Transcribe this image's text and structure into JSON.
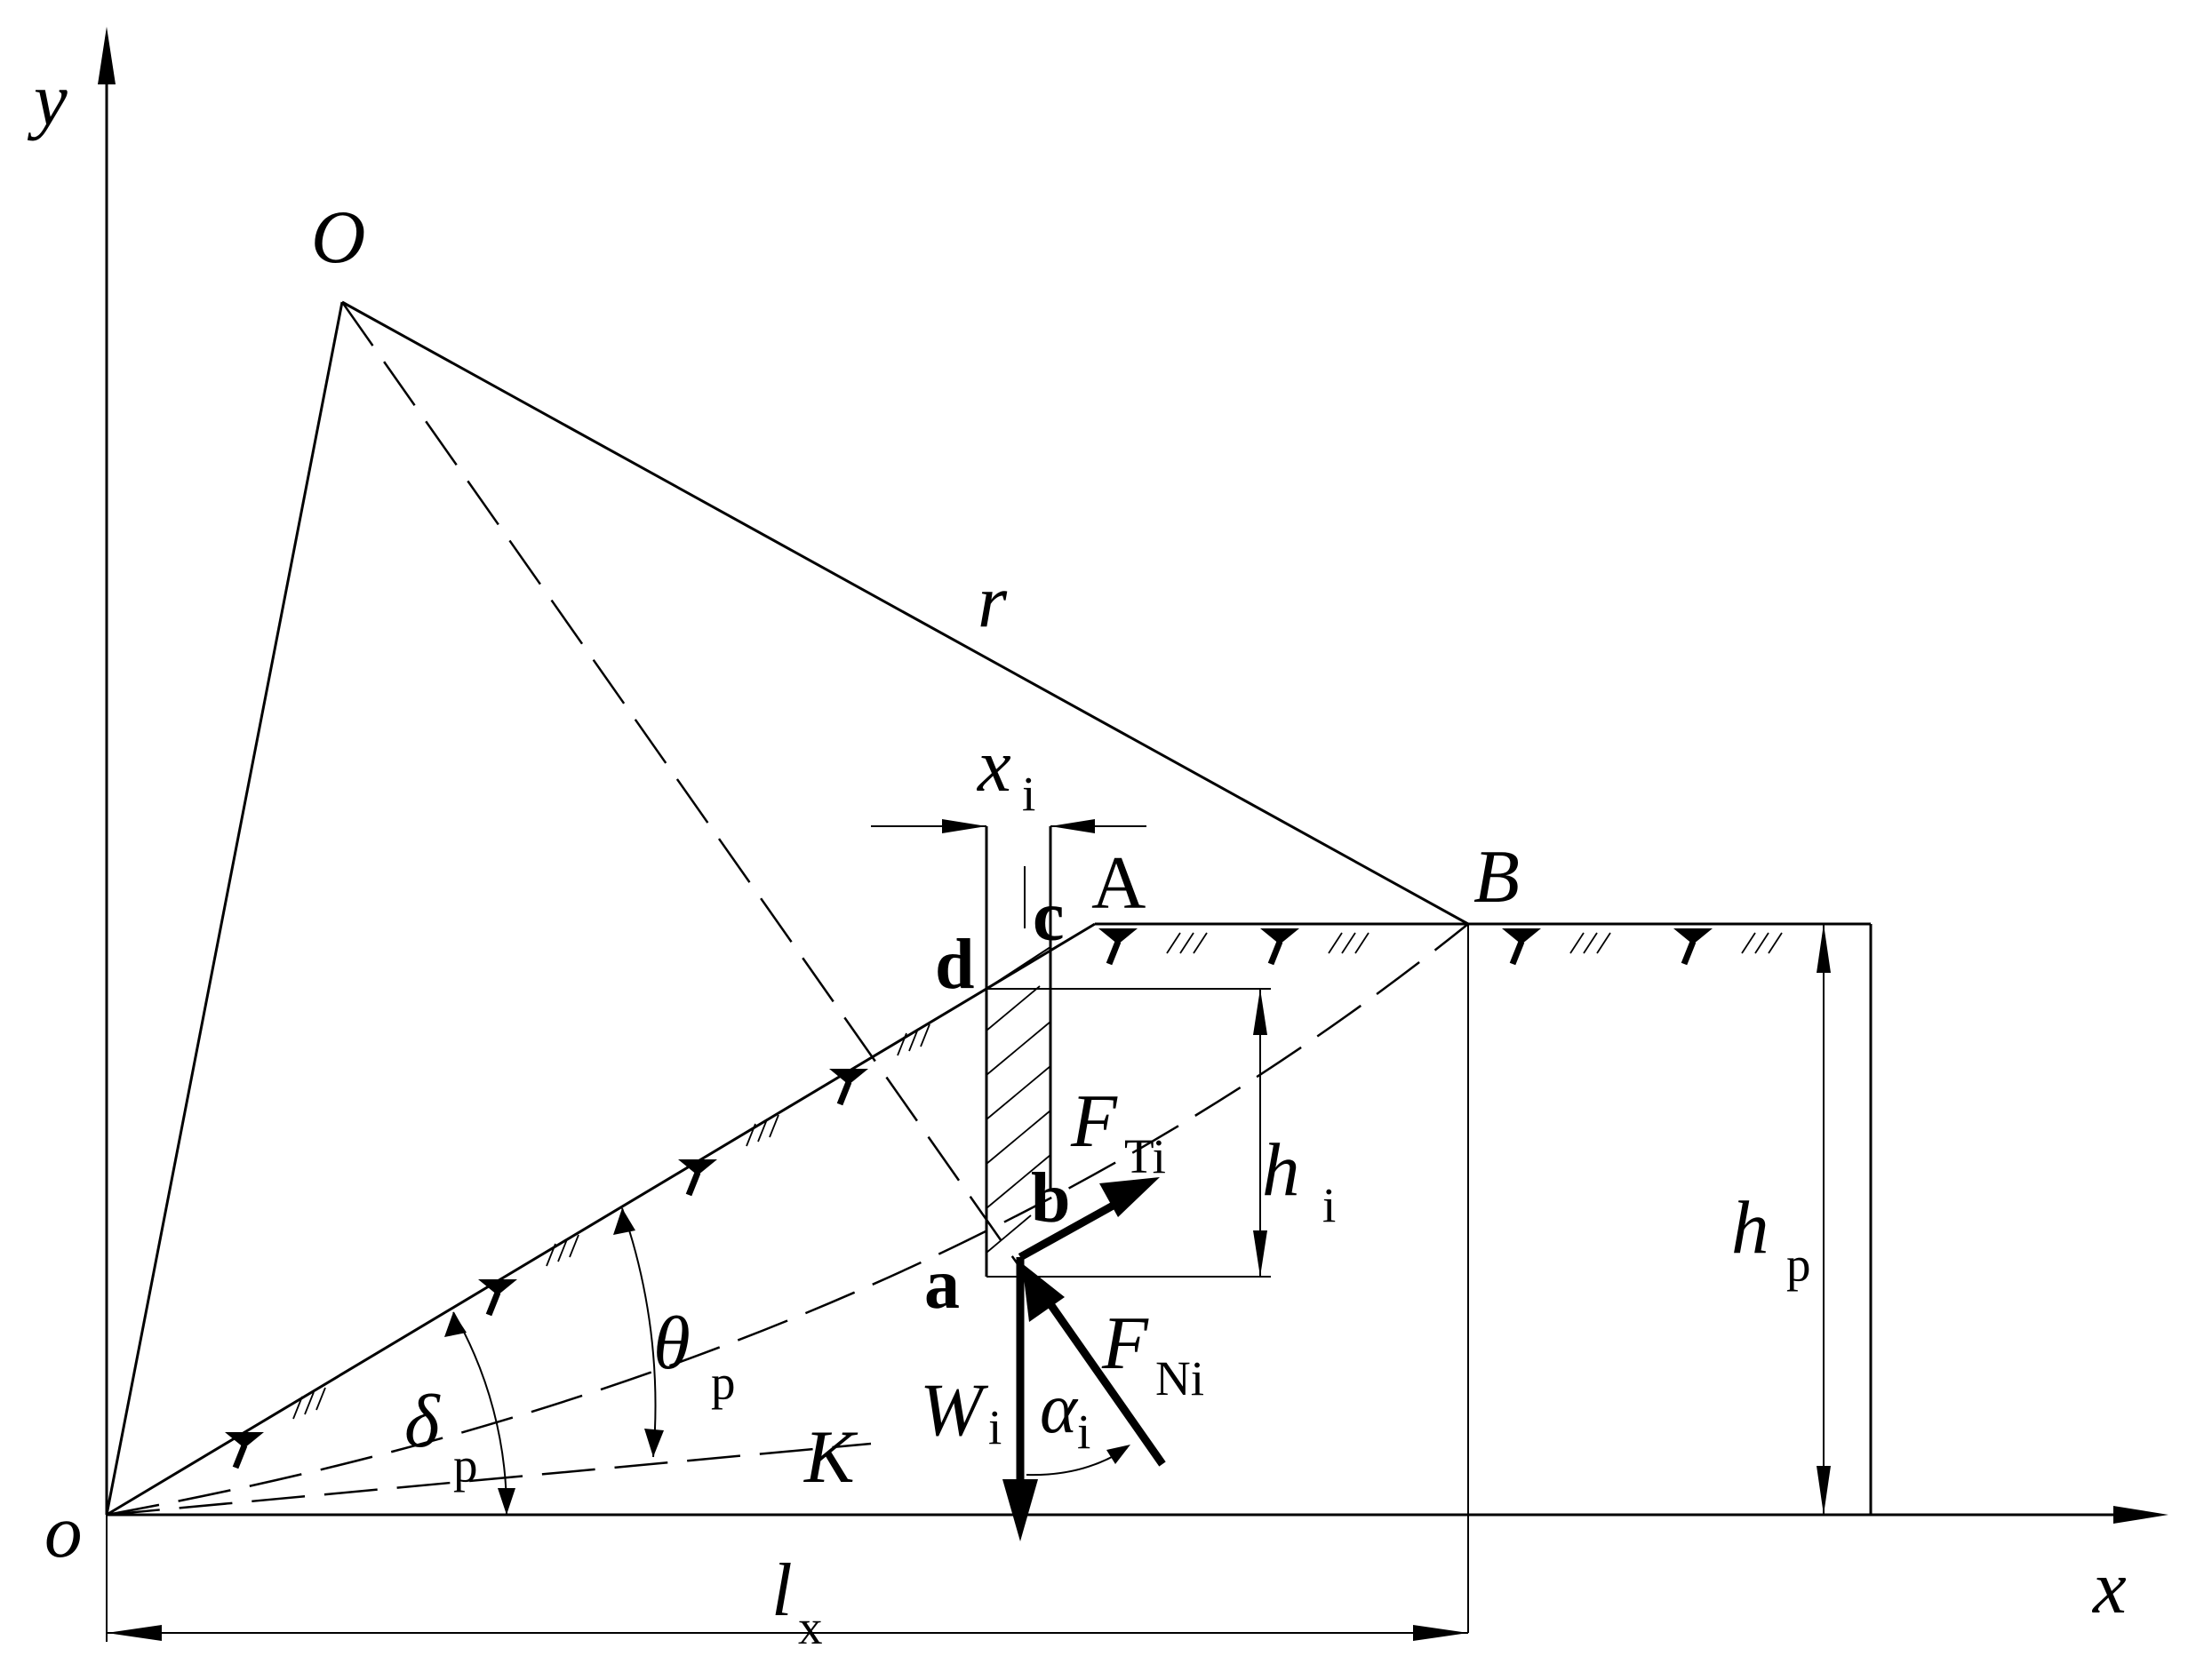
{
  "labels": {
    "y_axis": "y",
    "x_axis": "x",
    "origin": "o",
    "center": "O",
    "radius": "r",
    "point_A": "A",
    "point_B": "B",
    "point_a": "a",
    "point_b": "b",
    "point_c": "c",
    "point_d": "d",
    "slice_width": "x",
    "slice_width_sub": "i",
    "slice_height": "h",
    "slice_height_sub": "i",
    "slope_height": "h",
    "slope_height_sub": "p",
    "tangential_force": "F",
    "tangential_force_sub": "Ti",
    "normal_force": "F",
    "normal_force_sub": "Ni",
    "weight": "W",
    "weight_sub": "i",
    "alpha": "α",
    "alpha_sub": "i",
    "theta": "θ",
    "theta_sub": "p",
    "delta": "δ",
    "delta_sub": "p",
    "line_K": "K",
    "length": "l",
    "length_sub": "x"
  }
}
